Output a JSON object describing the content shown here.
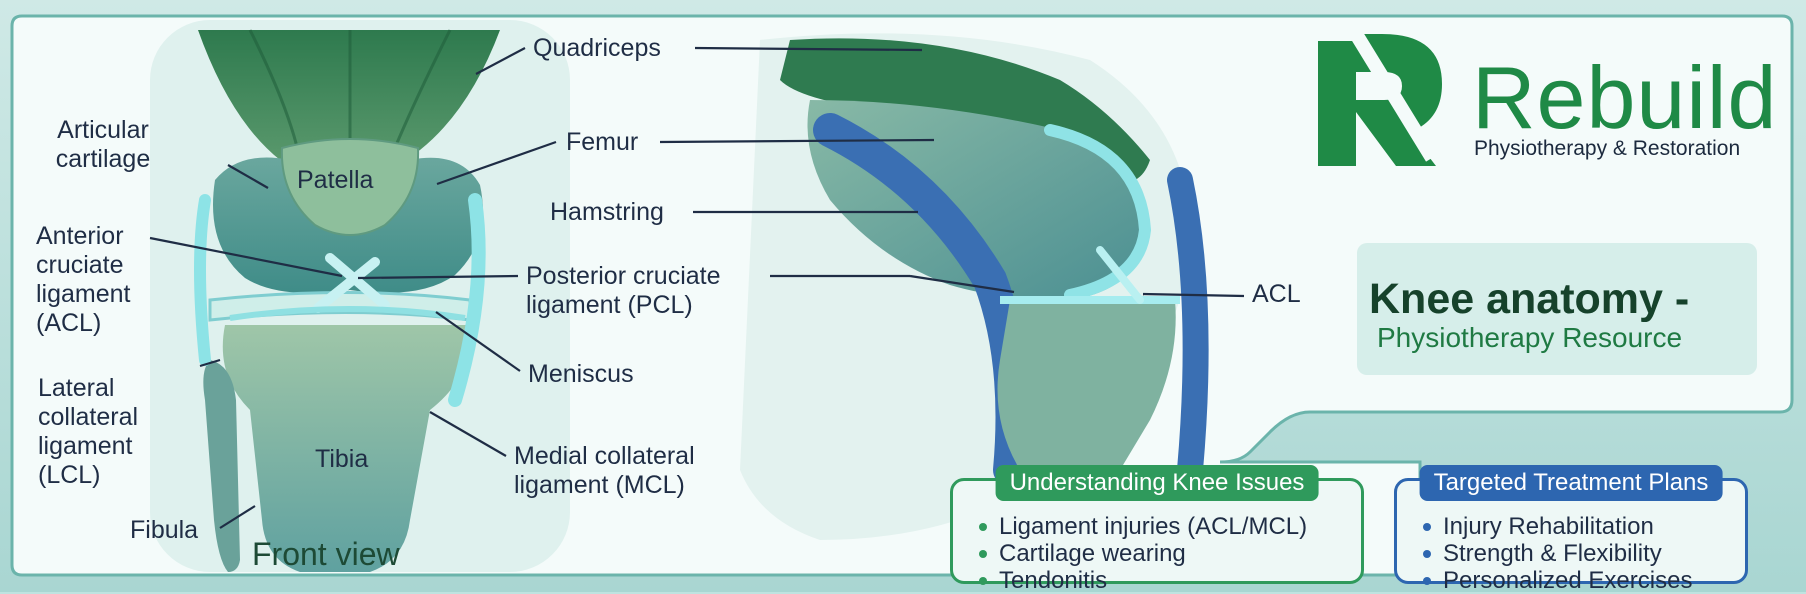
{
  "brand": {
    "name": "Rebuild",
    "tagline": "Physiotherapy & Restoration",
    "colors": {
      "primary": "#1f8a46",
      "accent_blue": "#2d66b0"
    }
  },
  "title": {
    "main": "Knee anatomy -",
    "sub": "Physiotherapy Resource"
  },
  "front_view": {
    "caption": "Front view",
    "labels": {
      "quadriceps": "Quadriceps",
      "articular_cartilage": [
        "Articular",
        "cartilage"
      ],
      "patella": "Patella",
      "femur": "Femur",
      "hamstring": "Hamstring",
      "acl": [
        "Anterior",
        "cruciate",
        "ligament",
        "(ACL)"
      ],
      "pcl": [
        "Posterior cruciate",
        "ligament (PCL)"
      ],
      "lcl": [
        "Lateral",
        "collateral",
        "ligament",
        "(LCL)"
      ],
      "meniscus": "Meniscus",
      "tibia": "Tibia",
      "mcl": [
        "Medial collateral",
        "ligament (MCL)"
      ],
      "fibula": "Fibula"
    }
  },
  "side_view": {
    "labels": {
      "acl": "ACL"
    }
  },
  "issues_box": {
    "heading": "Understanding Knee Issues",
    "items": [
      "Ligament injuries (ACL/MCL)",
      "Cartilage wearing",
      "Tendonitis"
    ]
  },
  "treatment_box": {
    "heading": "Targeted Treatment Plans",
    "items": [
      "Injury Rehabilitation",
      "Strength & Flexibility",
      "Personalized Exercises"
    ]
  }
}
